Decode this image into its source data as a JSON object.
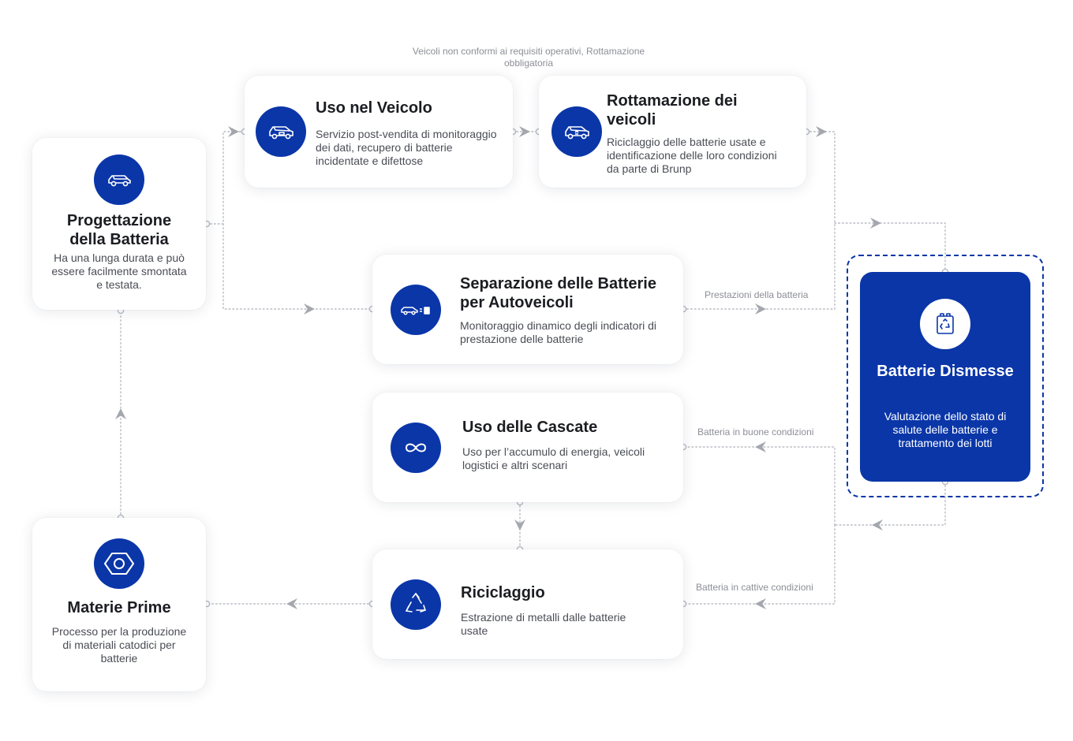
{
  "colors": {
    "brand": "#0a36a8",
    "connector": "#b8bbc2",
    "arrow": "#a4a7ad"
  },
  "nodes": {
    "progettazione": {
      "title": "Progettazione della Batteria",
      "desc": "Ha una lunga durata e può essere facilmente smontata e testata.",
      "icon": "car-icon"
    },
    "uso_veicolo": {
      "title": "Uso nel Veicolo",
      "desc": "Servizio post-vendita di monitoraggio dei dati, recupero di batterie incidentate e difettose",
      "icon": "car-icon"
    },
    "rottamazione": {
      "title": "Rottamazione dei veicoli",
      "desc": "Riciclaggio delle batterie usate e identificazione delle loro condizioni da parte di Brunp",
      "icon": "car-recycle-icon"
    },
    "separazione": {
      "title": "Separazione delle Batterie per Autoveicoli",
      "desc": "Monitoraggio dinamico degli indicatori di prestazione delle batterie",
      "icon": "car-battery-icon"
    },
    "cascate": {
      "title": "Uso delle Cascate",
      "desc": "Uso per l’accumulo di energia, veicoli logistici e altri scenari",
      "icon": "infinity-icon"
    },
    "riciclaggio": {
      "title": "Riciclaggio",
      "desc": "Estrazione di metalli dalle batterie usate",
      "icon": "recycle-icon"
    },
    "materie": {
      "title": "Materie Prime",
      "desc": "Processo per la produzione di materiali catodici per batterie",
      "icon": "hexagon-nut-icon"
    },
    "dismesse": {
      "title": "Batterie Dismesse",
      "desc": "Valutazione dello stato di salute delle batterie e trattamento dei lotti",
      "icon": "battery-recycle-icon"
    }
  },
  "annotations": {
    "non_conformi": "Veicoli non conformi ai requisiti operativi, Rottamazione obbligatoria",
    "prestazioni": "Prestazioni della batteria",
    "buone": "Batteria in buone condizioni",
    "cattive": "Batteria in cattive condizioni"
  }
}
